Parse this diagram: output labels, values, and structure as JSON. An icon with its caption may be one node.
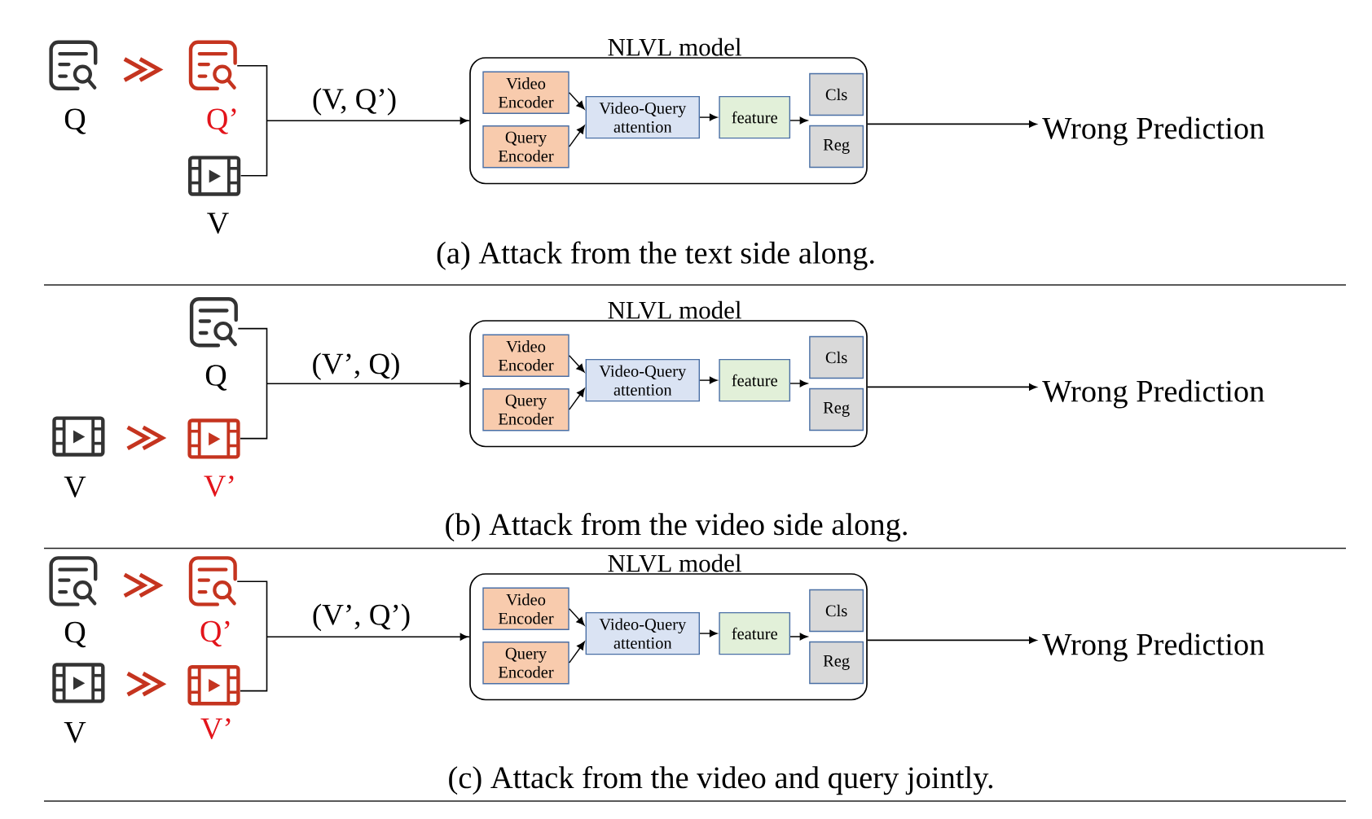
{
  "diagram": {
    "nodes": [
      {
        "text": [],
        "shape": "picture",
        "beside": [
          "Q"
        ]
      },
      {
        "text": [],
        "shape": "picture",
        "beside": [
          "Q’"
        ]
      },
      {
        "text": [],
        "shape": "picture",
        "beside": [
          "V"
        ]
      },
      {
        "text": [
          "NLVL model"
        ]
      },
      {
        "text": [
          "Video Encoder"
        ],
        "in": 3
      },
      {
        "text": [
          "Query Encoder"
        ],
        "in": 3
      },
      {
        "text": [
          "Video-Query attention"
        ],
        "in": 3
      },
      {
        "text": [
          "feature"
        ],
        "in": 3
      },
      {
        "text": [
          "Cls"
        ],
        "in": 3
      },
      {
        "text": [
          "Reg"
        ],
        "in": 3
      },
      {
        "text": [
          "Wrong Prediction"
        ]
      },
      {
        "text": [],
        "shape": "picture",
        "beside": [
          "Q"
        ]
      },
      {
        "text": [],
        "shape": "picture",
        "beside": [
          "V"
        ]
      },
      {
        "text": [],
        "shape": "picture",
        "beside": [
          "V’"
        ]
      },
      {
        "text": [
          "NLVL model"
        ]
      },
      {
        "text": [
          "Video Encoder"
        ],
        "in": 14
      },
      {
        "text": [
          "Query Encoder"
        ],
        "in": 14
      },
      {
        "text": [
          "Video-Query attention"
        ],
        "in": 14
      },
      {
        "text": [
          "feature"
        ],
        "in": 14
      },
      {
        "text": [
          "Cls"
        ],
        "in": 14
      },
      {
        "text": [
          "Reg"
        ],
        "in": 14
      },
      {
        "text": [
          "Wrong Prediction"
        ]
      },
      {
        "text": [],
        "shape": "picture",
        "beside": [
          "Q"
        ]
      },
      {
        "text": [],
        "shape": "picture",
        "beside": [
          "Q’"
        ]
      },
      {
        "text": [],
        "shape": "picture",
        "beside": [
          "V"
        ]
      },
      {
        "text": [],
        "shape": "picture",
        "beside": [
          "V’"
        ]
      },
      {
        "text": [
          "NLVL model"
        ]
      },
      {
        "text": [
          "Video Encoder"
        ],
        "in": 26
      },
      {
        "text": [
          "Query Encoder"
        ],
        "in": 26
      },
      {
        "text": [
          "Video-Query attention"
        ],
        "in": 26
      },
      {
        "text": [
          "feature"
        ],
        "in": 26
      },
      {
        "text": [
          "Cls"
        ],
        "in": 26
      },
      {
        "text": [
          "Reg"
        ],
        "in": 26
      },
      {
        "text": [
          "Wrong Prediction"
        ]
      }
    ],
    "edges": [
      {
        "from": 0,
        "to": 1,
        "arrow": "to",
        "style": "thick",
        "color": "#c5341f"
      },
      {
        "from": 1,
        "to": 3,
        "arrow": "to",
        "label": "(V, Q’)"
      },
      {
        "from": 2,
        "to": 3,
        "arrow": "to"
      },
      {
        "from": 4,
        "to": 6,
        "arrow": "to"
      },
      {
        "from": 5,
        "to": 6,
        "arrow": "to"
      },
      {
        "from": 6,
        "to": 7,
        "arrow": "to"
      },
      {
        "from": 7,
        "to": 8,
        "arrow": "to"
      },
      {
        "from": 7,
        "to": 9,
        "arrow": "to"
      },
      {
        "from": 3,
        "to": 10,
        "arrow": "to"
      },
      {
        "from": 12,
        "to": 13,
        "arrow": "to",
        "style": "thick",
        "color": "#c5341f"
      },
      {
        "from": 11,
        "to": 14,
        "arrow": "to",
        "label": "(V’, Q)"
      },
      {
        "from": 13,
        "to": 14,
        "arrow": "to"
      },
      {
        "from": 15,
        "to": 17,
        "arrow": "to"
      },
      {
        "from": 16,
        "to": 17,
        "arrow": "to"
      },
      {
        "from": 17,
        "to": 18,
        "arrow": "to"
      },
      {
        "from": 18,
        "to": 19,
        "arrow": "to"
      },
      {
        "from": 18,
        "to": 20,
        "arrow": "to"
      },
      {
        "from": 14,
        "to": 21,
        "arrow": "to"
      },
      {
        "from": 22,
        "to": 23,
        "arrow": "to",
        "style": "thick",
        "color": "#c5341f"
      },
      {
        "from": 24,
        "to": 25,
        "arrow": "to",
        "style": "thick",
        "color": "#c5341f"
      },
      {
        "from": 23,
        "to": 26,
        "arrow": "to",
        "label": "(V’, Q’)"
      },
      {
        "from": 25,
        "to": 26,
        "arrow": "to"
      },
      {
        "from": 27,
        "to": 29,
        "arrow": "to"
      },
      {
        "from": 28,
        "to": 29,
        "arrow": "to"
      },
      {
        "from": 29,
        "to": 30,
        "arrow": "to"
      },
      {
        "from": 30,
        "to": 31,
        "arrow": "to"
      },
      {
        "from": 30,
        "to": 32,
        "arrow": "to"
      },
      {
        "from": 26,
        "to": 33,
        "arrow": "to"
      }
    ],
    "labels": [
      "(a) Attack from the text side along.",
      "(b) Attack from the video side along.",
      "(c) Attack from the video and query jointly."
    ]
  }
}
